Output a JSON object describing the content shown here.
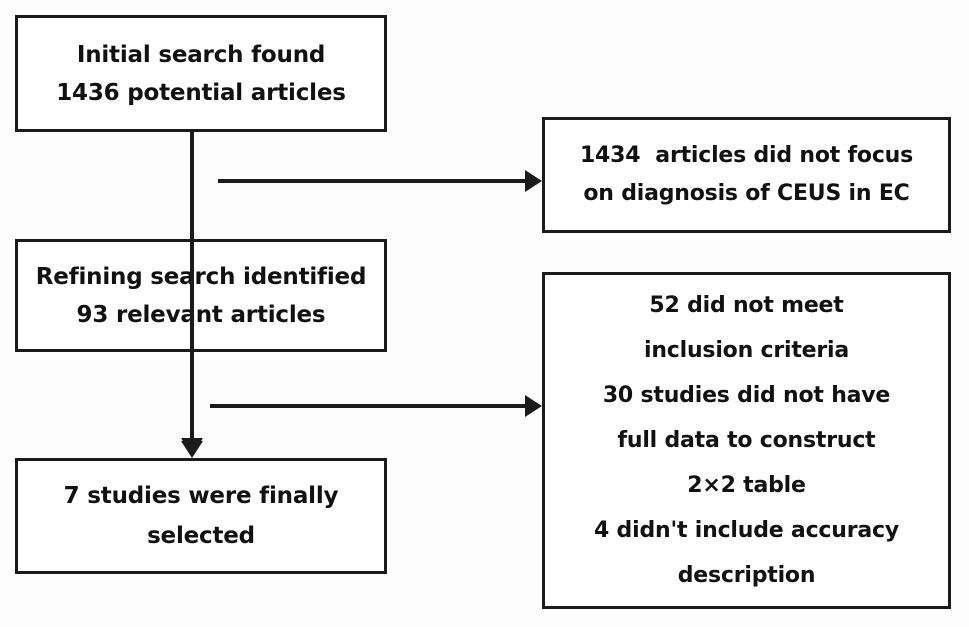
{
  "diagram": {
    "title": "Study selection flow diagram",
    "type": "flowchart",
    "stroke_color": "#1b1b1b",
    "background_color": "#ffffff",
    "boxes": [
      {
        "id": "initial-search",
        "lines": [
          "Initial search found",
          "1436 potential articles"
        ]
      },
      {
        "id": "excluded-topic",
        "lines": [
          "1434  articles did not focus",
          "on diagnosis of CEUS in EC"
        ]
      },
      {
        "id": "refining-search",
        "lines": [
          "Refining search identified",
          "93 relevant articles"
        ]
      },
      {
        "id": "excluded-criteria",
        "lines": [
          "52 did not meet",
          "inclusion criteria",
          "30 studies did not have",
          "full data to construct",
          "2×2 table",
          "4 didn't include accuracy",
          "description"
        ]
      },
      {
        "id": "final-studies",
        "lines": [
          "7 studies were finally",
          "selected"
        ]
      }
    ],
    "connectors": [
      {
        "id": "initial-to-refining",
        "direction": "down"
      },
      {
        "id": "initial-to-excluded-topic",
        "direction": "right"
      },
      {
        "id": "refining-to-final",
        "direction": "down"
      },
      {
        "id": "refining-to-excluded-criteria",
        "direction": "right"
      }
    ]
  }
}
